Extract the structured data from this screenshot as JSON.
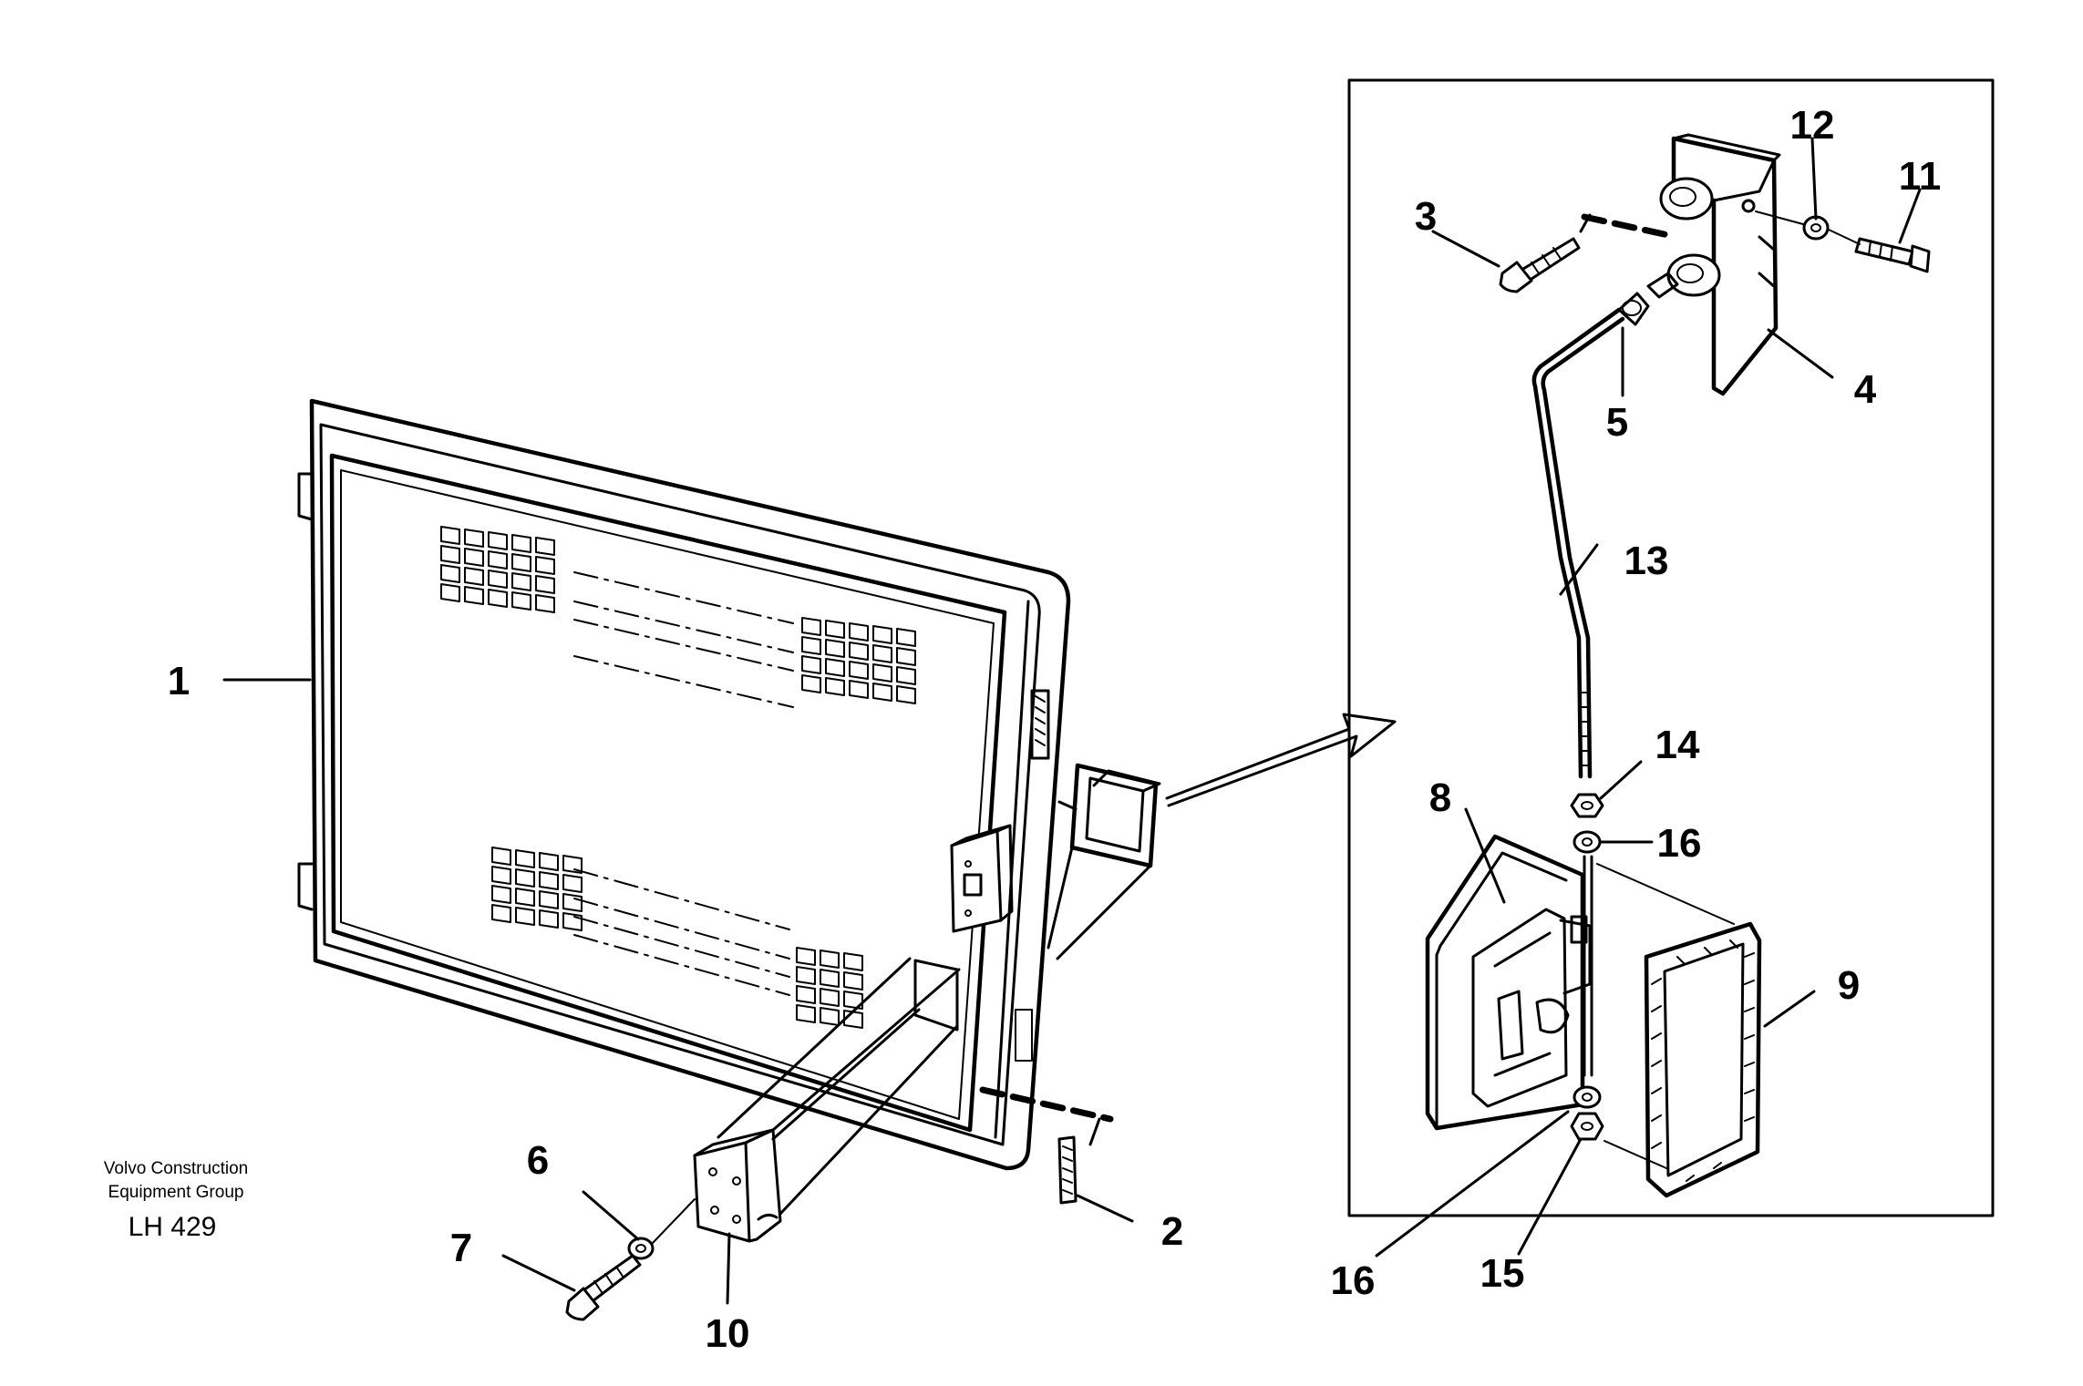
{
  "parts": {
    "p1": "1",
    "p2": "2",
    "p3": "3",
    "p4": "4",
    "p5": "5",
    "p6": "6",
    "p7": "7",
    "p8": "8",
    "p9": "9",
    "p10": "10",
    "p11": "11",
    "p12": "12",
    "p13": "13",
    "p14": "14",
    "p15": "15",
    "p16a": "16",
    "p16b": "16"
  },
  "credit": {
    "line1": "Volvo Construction",
    "line2": "Equipment Group",
    "code": "LH 429"
  }
}
